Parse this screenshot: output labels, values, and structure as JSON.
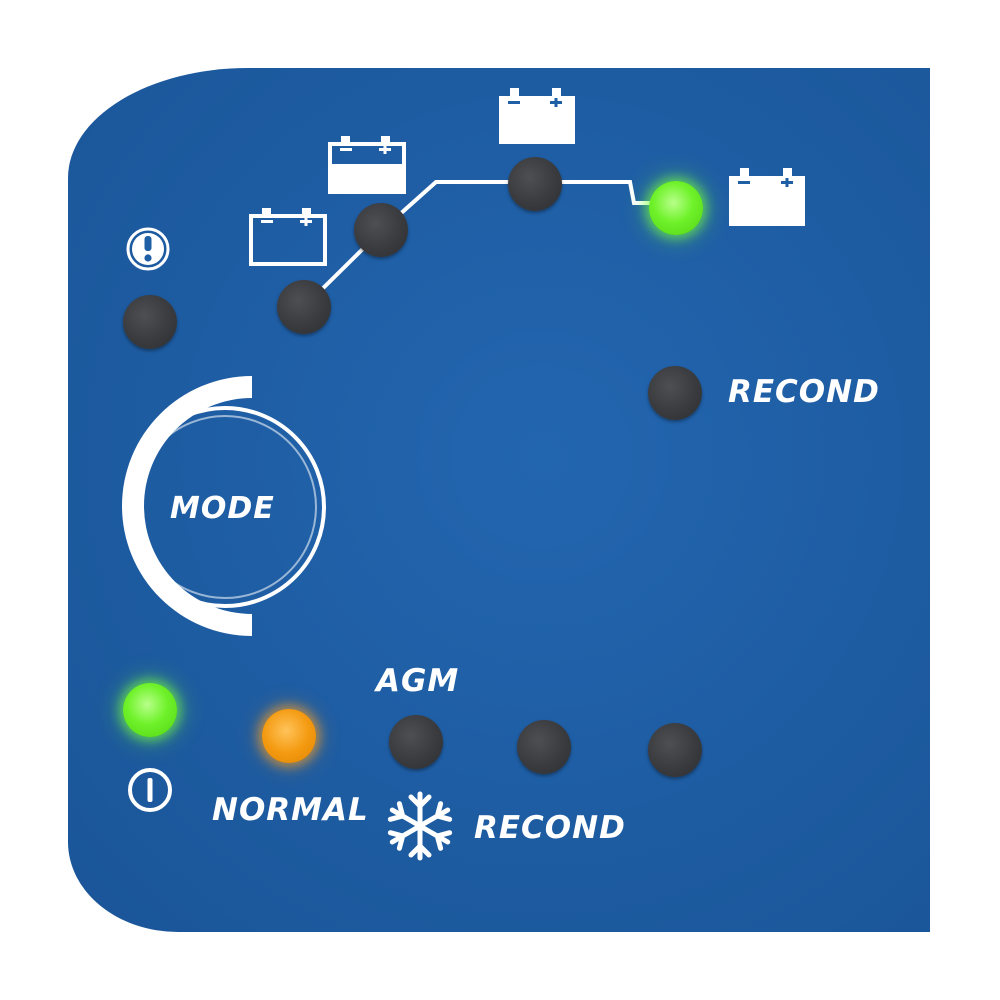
{
  "panel": {
    "background_color": "#1f5fa6",
    "label_color": "#ffffff"
  },
  "mode_button": {
    "label": "MODE"
  },
  "labels": {
    "recond_top": "RECOND",
    "agm": "AGM",
    "normal": "NORMAL",
    "recond_bottom": "RECOND"
  },
  "icons": {
    "warning": "exclamation-circle-icon",
    "power": "power-icon",
    "snowflake": "snowflake-icon",
    "charge_stage_1": "battery-icon",
    "charge_stage_2": "battery-icon",
    "charge_stage_3": "battery-icon",
    "charge_stage_4": "battery-icon"
  },
  "indicators": {
    "error": "off",
    "charge_stage_1": "off",
    "charge_stage_2": "off",
    "charge_stage_3": "off",
    "charge_stage_4": "on-green",
    "recond": "off",
    "power": "on-green",
    "normal": "on-amber",
    "agm": "off",
    "cold": "off",
    "recond_mode": "off"
  },
  "colors": {
    "led_off": "#3a3b3e",
    "led_green": "#6ff22a",
    "led_amber": "#f49b12"
  }
}
